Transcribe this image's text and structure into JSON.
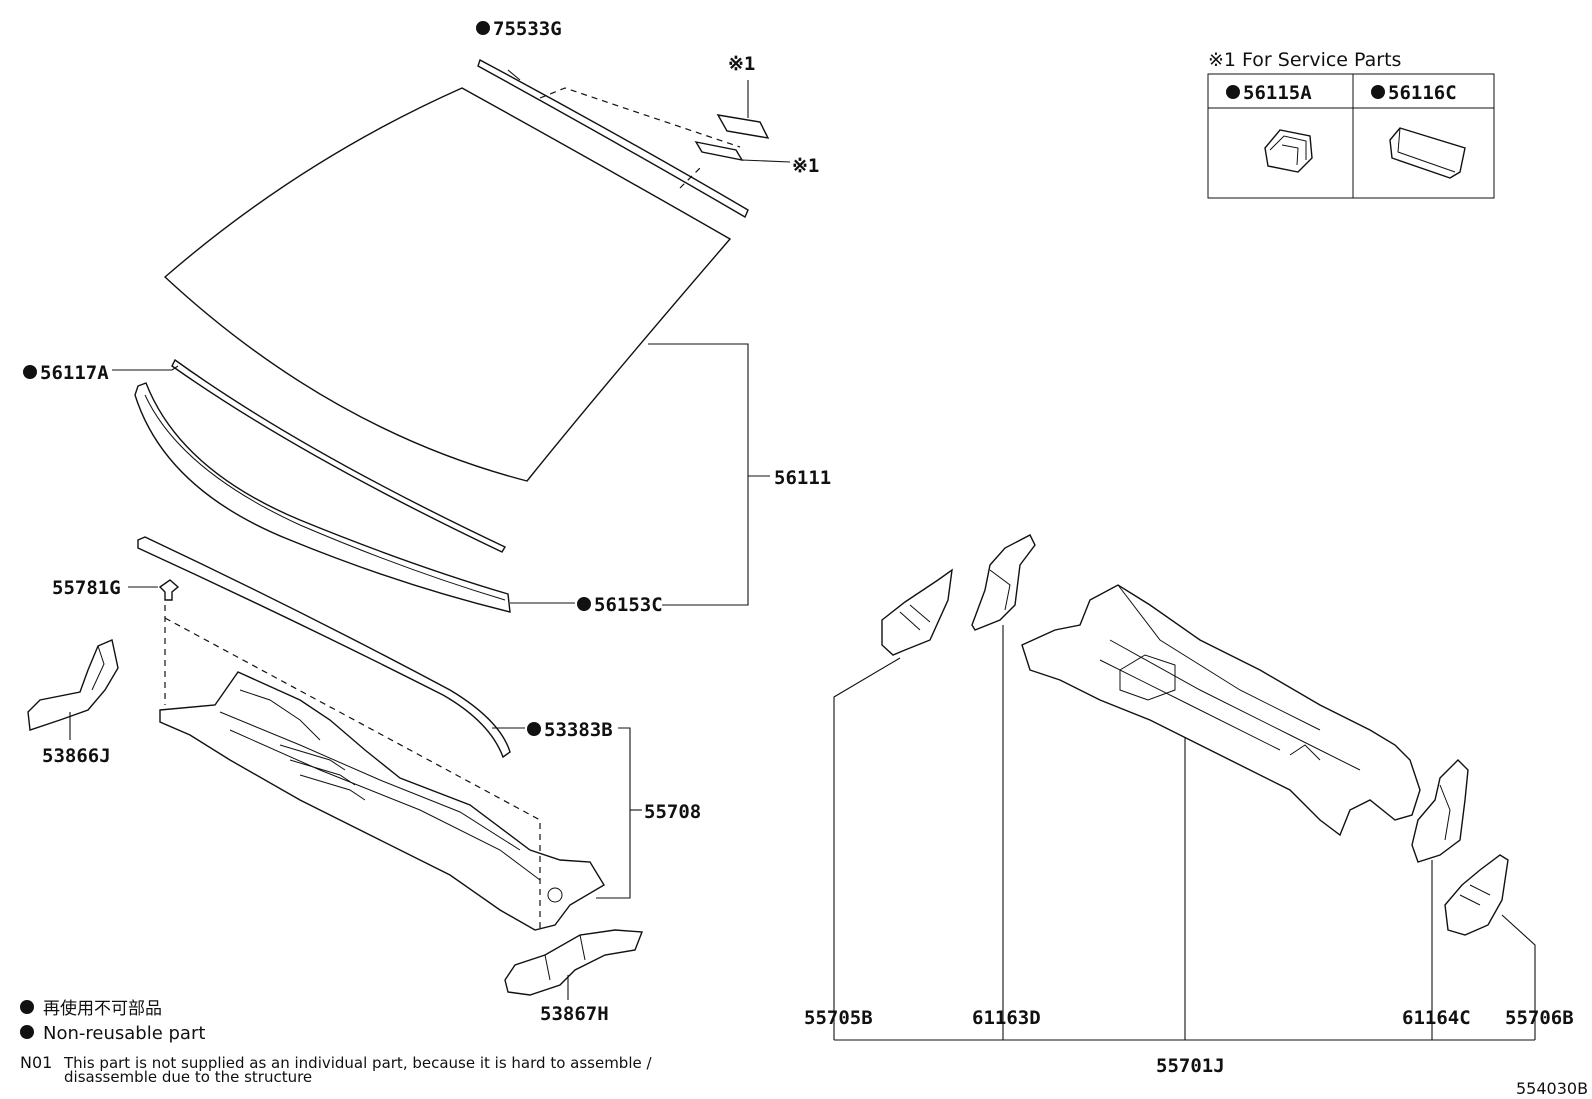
{
  "labels": {
    "p75533G": "75533G",
    "p56117A": "56117A",
    "p56111": "56111",
    "p55781G": "55781G",
    "p56153C": "56153C",
    "p53383B": "53383B",
    "p55708": "55708",
    "p53866J": "53866J",
    "p53867H": "53867H",
    "p55705B": "55705B",
    "p61163D": "61163D",
    "p55701J": "55701J",
    "p61164C": "61164C",
    "p55706B": "55706B",
    "note1a": "※1",
    "note1b": "※1"
  },
  "service_box": {
    "title": "※1 For Service Parts",
    "part_a": "56115A",
    "part_b": "56116C"
  },
  "legend": {
    "jp": "再使用不可部品",
    "en": "Non-reusable part",
    "note_code": "N01",
    "note_line1": "This part is not supplied as an individual part, because it is hard to assemble /",
    "note_line2": "disassemble due to the structure"
  },
  "figure_code": "554030B"
}
